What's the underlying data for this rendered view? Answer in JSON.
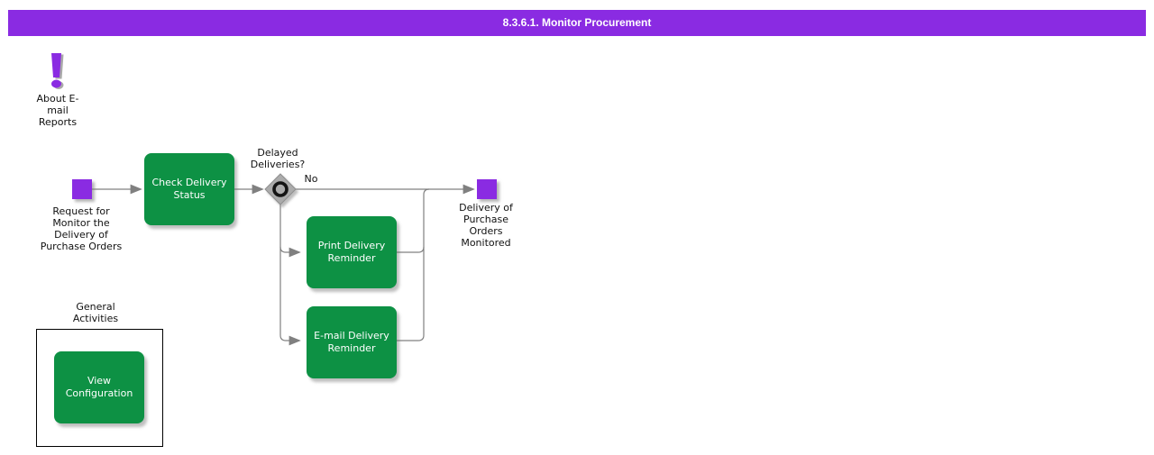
{
  "header": {
    "title": "8.3.6.1. Monitor Procurement"
  },
  "colors": {
    "header_bg": "#8A2BE2",
    "event_fill": "#8A2BE2",
    "task_fill": "#0D9144",
    "connector": "#808080",
    "gateway_fill": "#ABABAB"
  },
  "annotation": {
    "icon": "exclamation-icon",
    "label": "About E-\nmail\nReports"
  },
  "flow": {
    "start_event_label": "Request for\nMonitor the\nDelivery of\nPurchase Orders",
    "task_check": "Check Delivery\nStatus",
    "gateway_question": "Delayed\nDeliveries?",
    "edge_no": "No",
    "task_print": "Print Delivery\nReminder",
    "task_email": "E-mail Delivery\nReminder",
    "end_event_label": "Delivery of\nPurchase\nOrders\nMonitored"
  },
  "general": {
    "label": "General\nActivities",
    "task_view": "View\nConfiguration"
  }
}
